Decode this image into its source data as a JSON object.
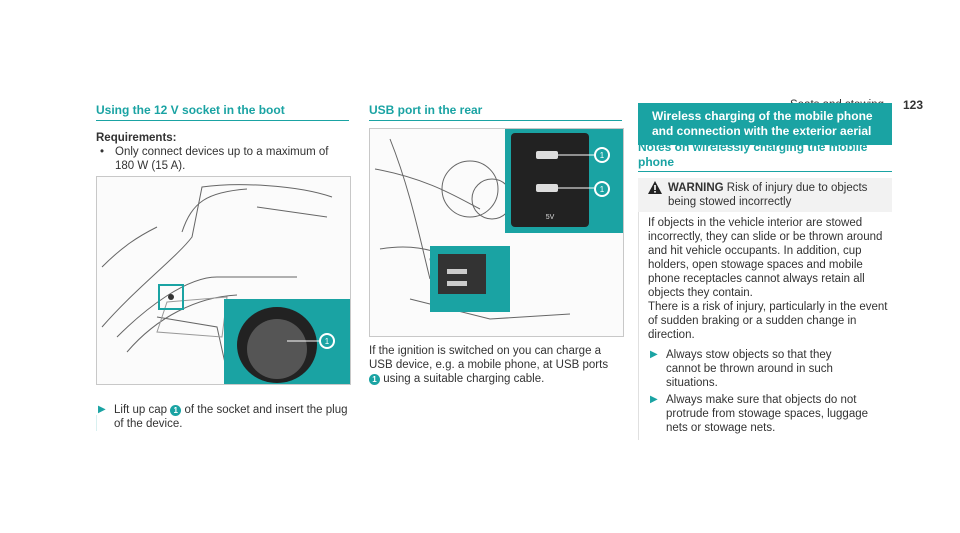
{
  "header": {
    "section": "Seats and stowing",
    "page_number": "123"
  },
  "col1": {
    "title": "Using the 12 V socket in the boot",
    "requirements_label": "Requirements:",
    "requirements_item": "Only connect devices up to a maximum of 180 W (15 A).",
    "step_text_a": "Lift up cap",
    "step_badge": "1",
    "step_text_b": "of the socket and insert the plug of the device."
  },
  "col2": {
    "title": "USB port in the rear",
    "usb_label": "5V",
    "body_a": "If the ignition is switched on you can charge a USB device, e.g. a mobile phone, at USB ports",
    "body_badge": "1",
    "body_b": "using a suitable charging cable."
  },
  "col3": {
    "banner": "Wireless charging of the mobile phone and connection with the exterior aerial",
    "title": "Notes on wirelessly charging the mobile phone",
    "warning_label": "WARNING",
    "warning_text": "Risk of injury due to objects being stowed incorrectly",
    "para1": "If objects in the vehicle interior are stowed incorrectly, they can slide or be thrown around and hit vehicle occupants. In addition, cup holders, open stowage spaces and mobile phone receptacles cannot always retain all objects they contain.",
    "para2": "There is a risk of injury, particularly in the event of sudden braking or a sudden change in direction.",
    "bullet1": "Always stow objects so that they cannot be thrown around in such situations.",
    "bullet2": "Always make sure that objects do not protrude from stowage spaces, luggage nets or stowage nets."
  },
  "colors": {
    "accent": "#1aa3a3"
  }
}
